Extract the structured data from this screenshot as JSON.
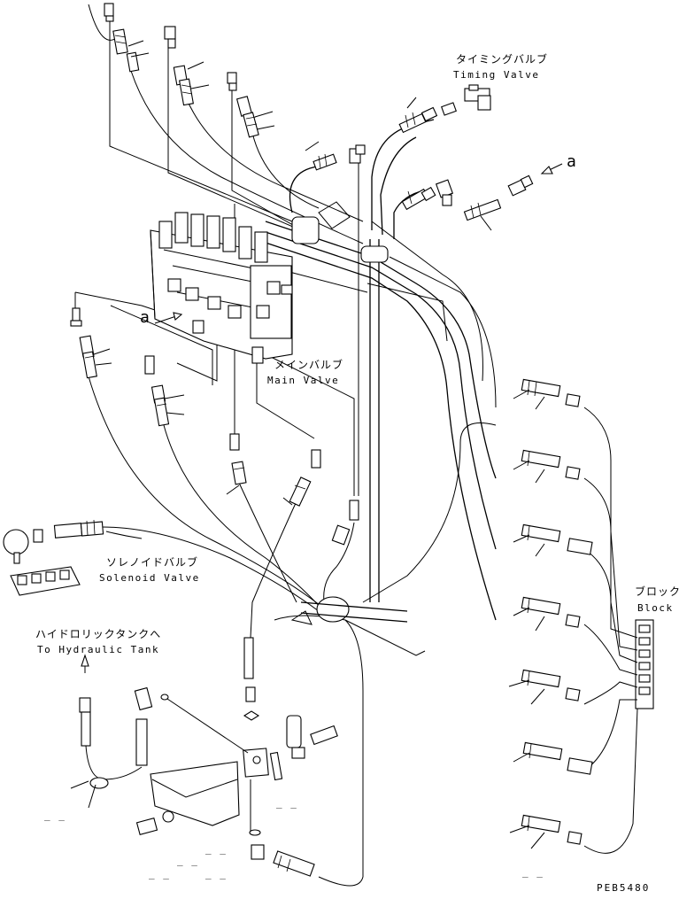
{
  "labels": {
    "timing_valve_jp": "タイミングバルブ",
    "timing_valve_en": "Timing Valve",
    "main_valve_jp": "メインバルブ",
    "main_valve_en": "Main Valve",
    "solenoid_valve_jp": "ソレノイドバルブ",
    "solenoid_valve_en": "Solenoid Valve",
    "block_jp": "ブロック",
    "block_en": "Block",
    "hyd_tank_jp": "ハイドロリックタンクへ",
    "hyd_tank_en": "To Hydraulic Tank",
    "ref_a_top": "a",
    "ref_a_left": "a",
    "drawing_code": "PEB5480",
    "dash_pairs": [
      "_ _",
      "_ _",
      "_ _",
      "_ _",
      "_ _",
      "_ _",
      "_ _"
    ]
  }
}
